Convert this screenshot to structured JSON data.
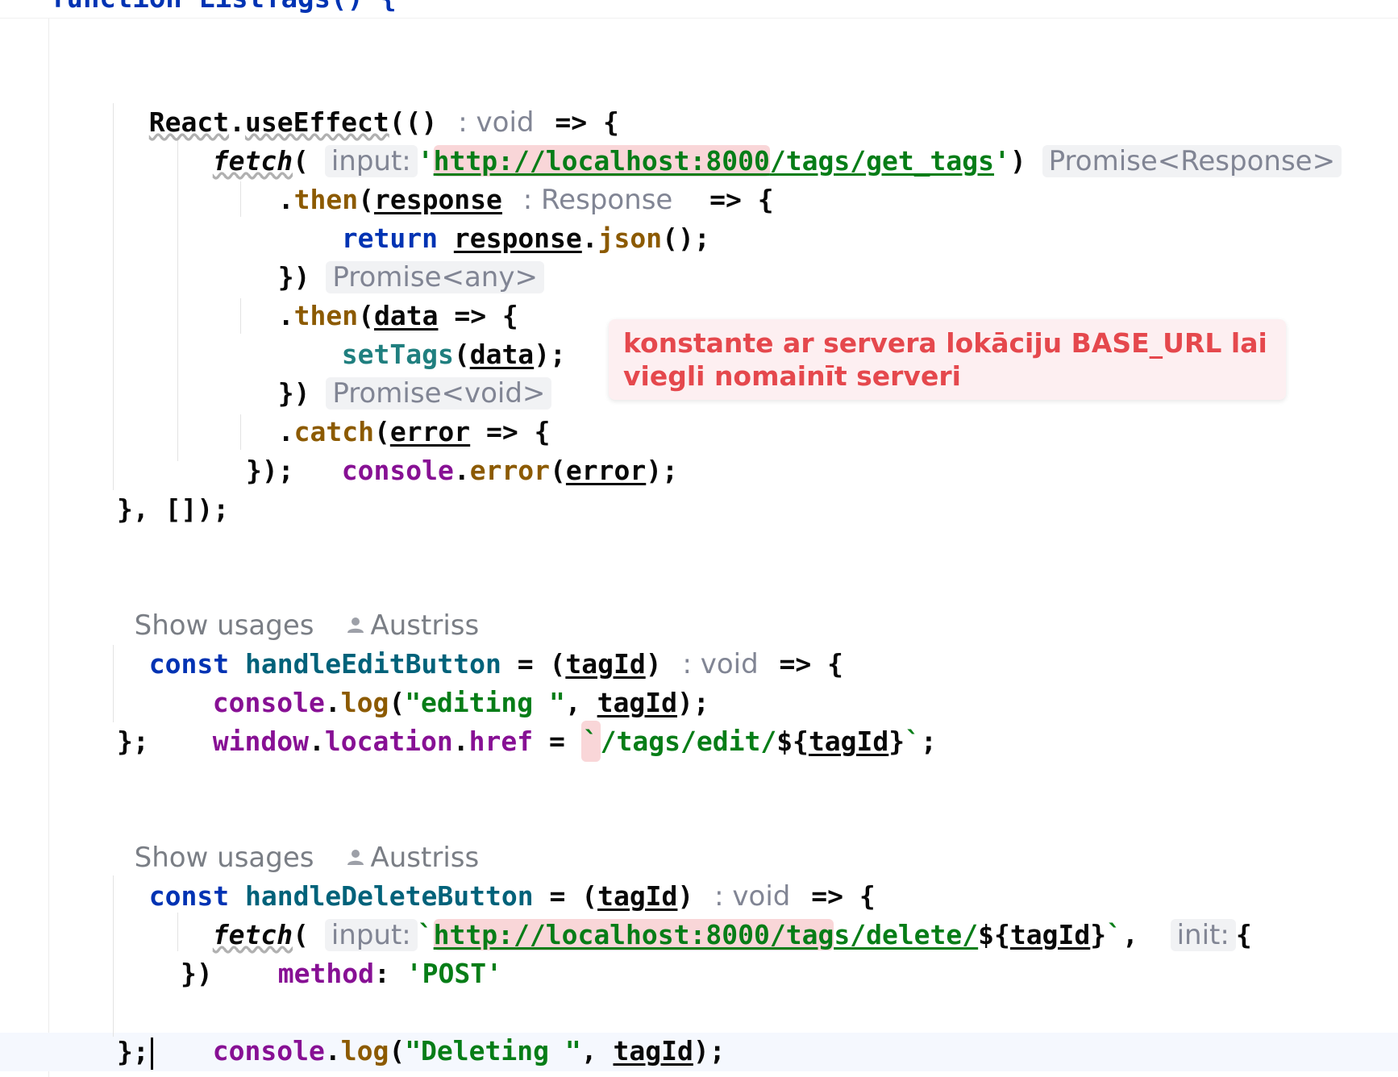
{
  "editor": {
    "top_partial": "function ListTags() {",
    "lens_usages": "Show usages",
    "lens_author": "Austriss",
    "hints": {
      "void": ": void",
      "input": "input:",
      "init": "init:",
      "promise_response": "Promise<Response>",
      "response_type": ": Response",
      "promise_any": "Promise<any>",
      "promise_void": "Promise<void>"
    },
    "ai_comment": "konstante ar servera lokāciju BASE_URL lai viegli nomainīt serveri",
    "code": {
      "l1_react": "React",
      "l1_use_effect": "useEffect",
      "fetch": "fetch",
      "get_tags_url_a": "http://localhost:8000",
      "get_tags_url_b": "/tags/get_tags",
      "then": "then",
      "response": "response",
      "return": "return",
      "json": "json",
      "data": "data",
      "set_tags": "setTags",
      "catch": "catch",
      "error": "error",
      "console": "console",
      "error_method": "error",
      "const": "const",
      "handle_edit": "handleEditButton",
      "tag_id": "tagId",
      "log": "log",
      "editing_str": "\"editing \"",
      "window": "window",
      "location": "location",
      "href": "href",
      "edit_path": "/tags/edit/",
      "handle_delete": "handleDeleteButton",
      "delete_url_a": "http://localhost:8000/tag",
      "delete_url_b": "s/delete/",
      "method": "method",
      "post": "'POST'",
      "deleting_str": "\"Deleting \""
    }
  }
}
